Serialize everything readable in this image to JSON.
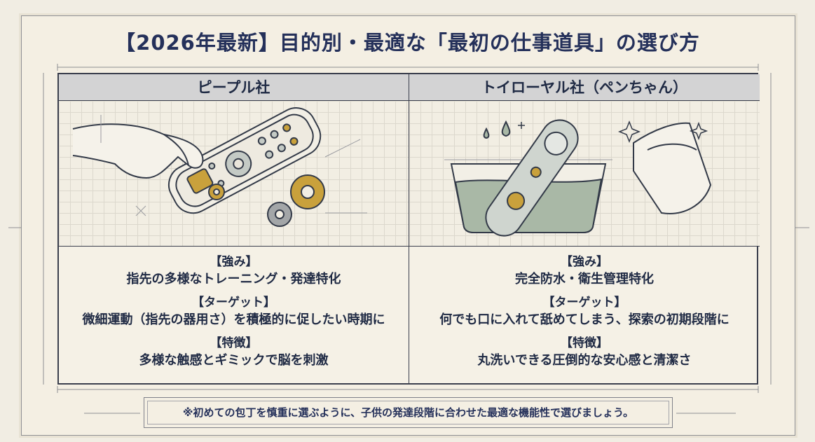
{
  "title": "【2026年最新】目的別・最適な「最初の仕事道具」の選び方",
  "columns": [
    {
      "header": "ピープル社",
      "strength_label": "【強み】",
      "strength": "指先の多様なトレーニング・発達特化",
      "target_label": "【ターゲット】",
      "target": "微細運動（指先の器用さ）を積極的に促したい時期に",
      "feature_label": "【特徴】",
      "feature": "多様な触感とギミックで脳を刺激"
    },
    {
      "header": "トイローヤル社（ペンちゃん）",
      "strength_label": "【強み】",
      "strength": "完全防水・衛生管理特化",
      "target_label": "【ターゲット】",
      "target": "何でも口に入れて舐めてしまう、探索の初期段階に",
      "feature_label": "【特徴】",
      "feature": "丸洗いできる圧倒的な安心感と清潔さ"
    }
  ],
  "footnote": "※初めての包丁を慎重に選ぶように、子供の発達段階に合わせた最適な機能性で選びましょう。",
  "colors": {
    "navy": "#24305a",
    "header_gray": "#d3d3d4",
    "paper": "#f4efe3",
    "gear_gold": "#c9a13c",
    "water_green": "#a9b8a6"
  }
}
